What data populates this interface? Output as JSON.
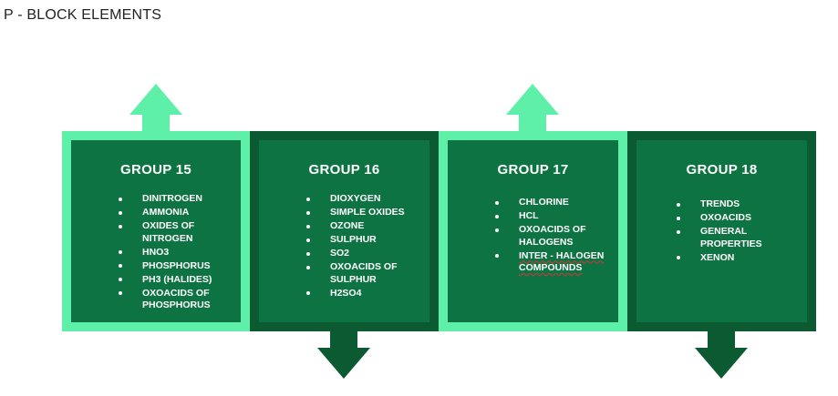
{
  "title": "P - BLOCK ELEMENTS",
  "colors": {
    "light_frame": "#5ef0a8",
    "dark_frame": "#0b5a31",
    "panel_fill": "#0e7342",
    "text": "#ffffff"
  },
  "groups": [
    {
      "heading": "GROUP 15",
      "frame": "light",
      "arrow": "up",
      "items": [
        "DINITROGEN",
        "AMMONIA",
        "OXIDES OF NITROGEN",
        "HNO3",
        "PHOSPHORUS",
        "PH3 (HALIDES)",
        "OXOACIDS OF PHOSPHORUS"
      ]
    },
    {
      "heading": "GROUP 16",
      "frame": "dark",
      "arrow": "down",
      "items": [
        "DIOXYGEN",
        "SIMPLE OXIDES",
        "OZONE",
        "SULPHUR",
        "SO2",
        "OXOACIDS OF SULPHUR",
        "H2SO4"
      ]
    },
    {
      "heading": "GROUP 17",
      "frame": "light",
      "arrow": "up",
      "items": [
        "CHLORINE",
        "HCL",
        "OXOACIDS OF HALOGENS",
        "INTER - HALOGEN COMPOUNDS"
      ]
    },
    {
      "heading": "GROUP 18",
      "frame": "dark",
      "arrow": "down",
      "items": [
        "TRENDS",
        "OXOACIDS",
        "GENERAL PROPERTIES",
        "XENON"
      ]
    }
  ]
}
